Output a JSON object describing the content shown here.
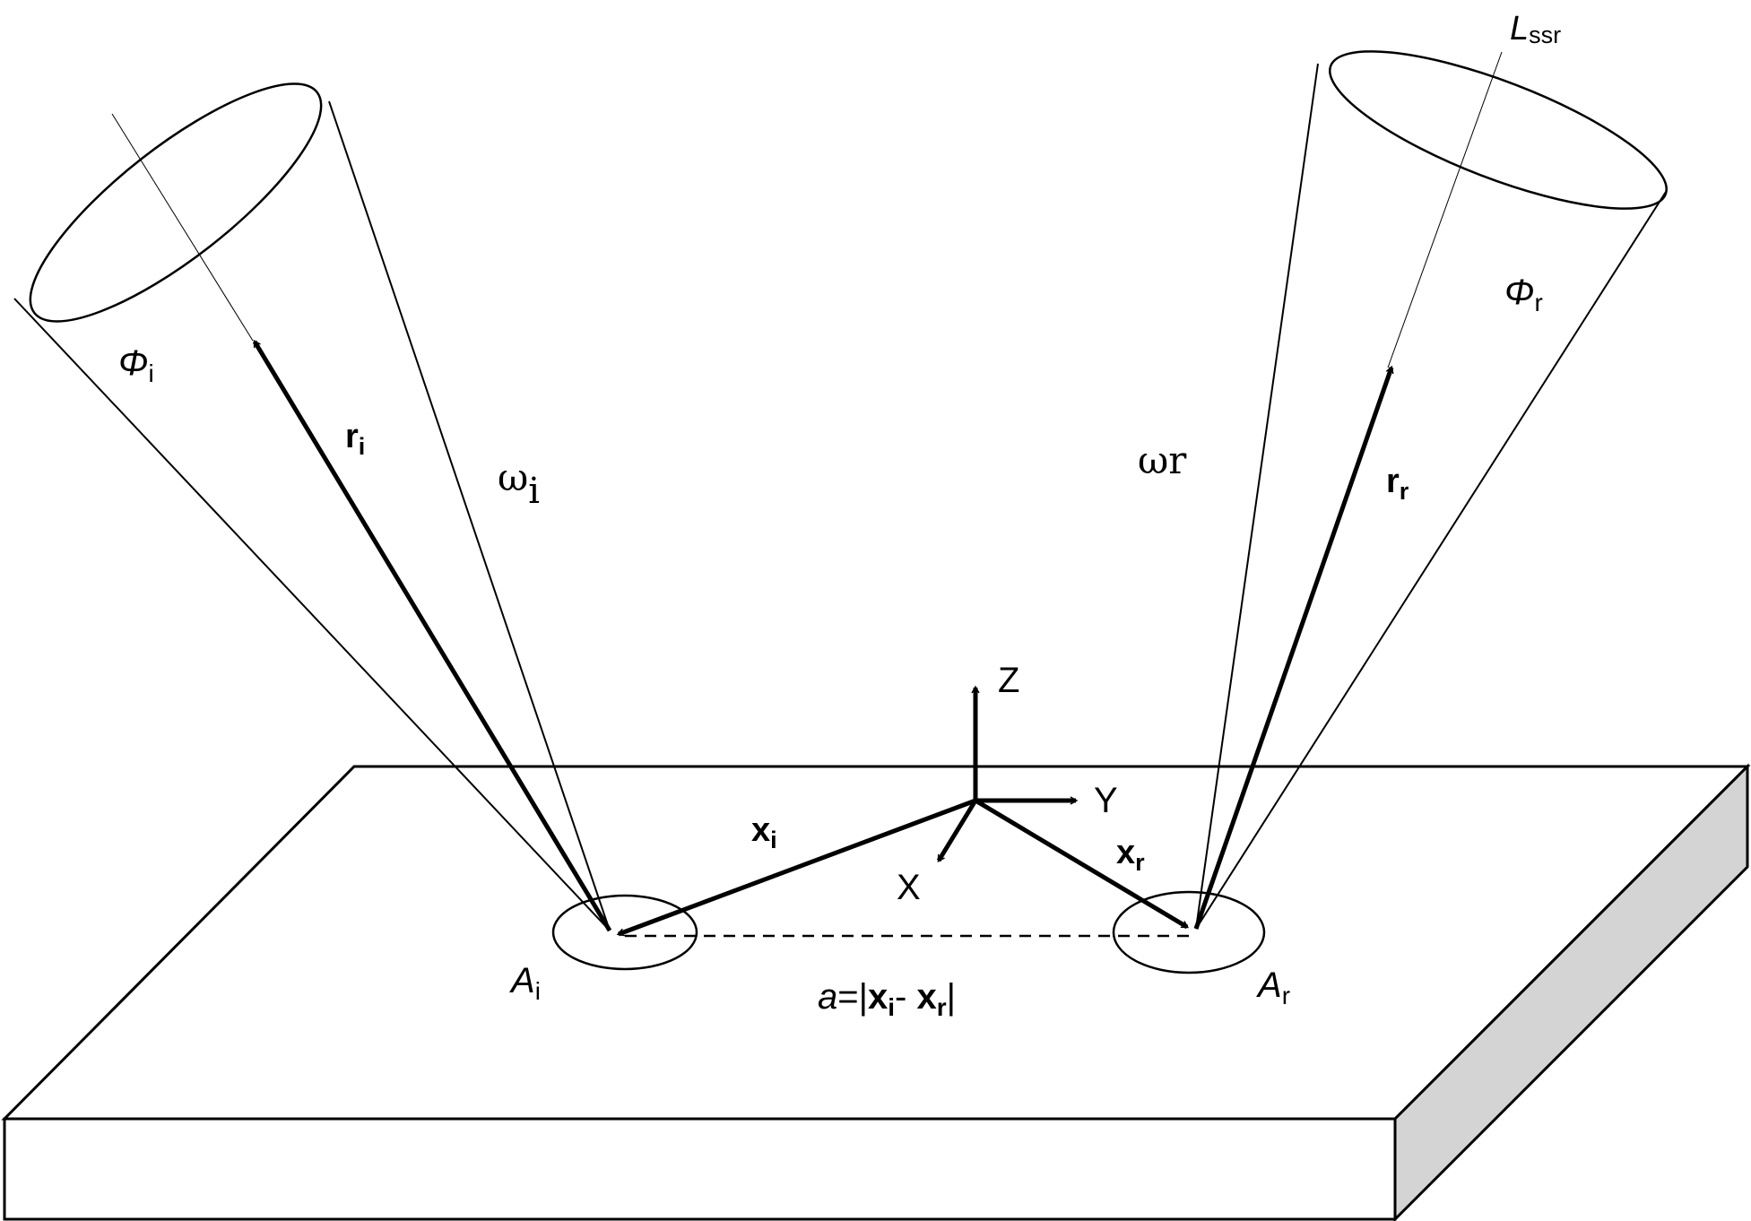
{
  "labels": {
    "l_ssr": {
      "main": "L",
      "sub": "ssr"
    },
    "phi_i": {
      "main": "Φ",
      "sub": "i"
    },
    "phi_r": {
      "main": "Φ",
      "sub": "r"
    },
    "r_i": {
      "main": "r",
      "sub": "i"
    },
    "r_r": {
      "main": "r",
      "sub": "r"
    },
    "omega_i": {
      "main": "ω",
      "sub": "i"
    },
    "omega_r": {
      "main": "ω",
      "sub": "r"
    },
    "axis_z": "Z",
    "axis_y": "Y",
    "axis_x": "X",
    "x_i": {
      "main": "x",
      "sub": "i"
    },
    "x_r": {
      "main": "x",
      "sub": "r"
    },
    "a_i": {
      "main": "A",
      "sub": "i"
    },
    "a_r": {
      "main": "A",
      "sub": "r"
    },
    "distance": {
      "a": "a",
      "eq": "=|",
      "x1": "x",
      "sub1": "i",
      "minus": "- ",
      "x2": "x",
      "sub2": "r",
      "close": "|"
    }
  },
  "colors": {
    "line": "#000000",
    "slab_side": "#d4d4d4",
    "background": "#ffffff"
  }
}
